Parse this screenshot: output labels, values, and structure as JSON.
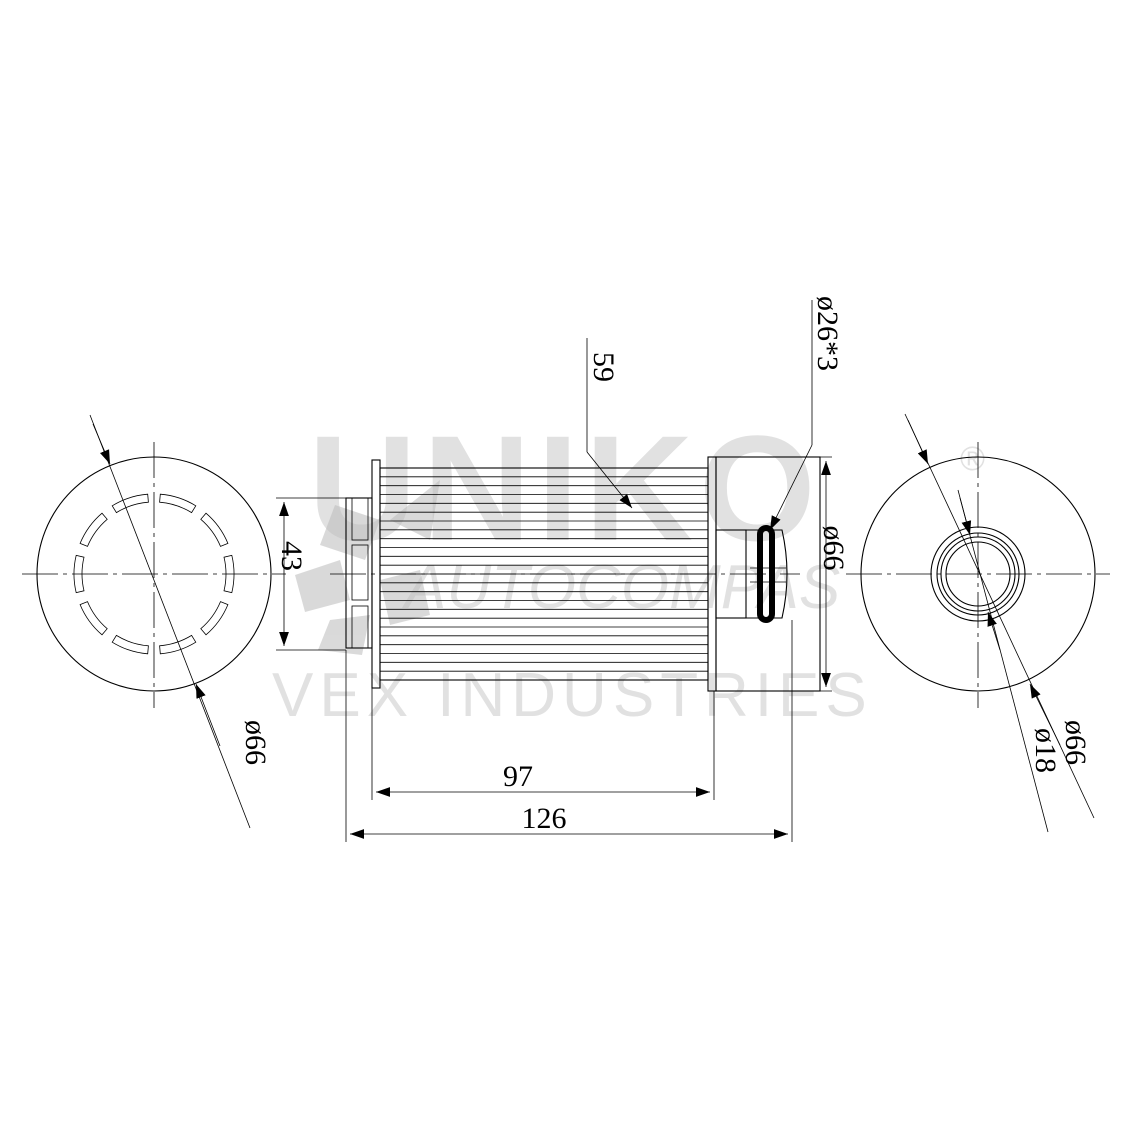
{
  "watermark": {
    "brand": "UNIKO",
    "registered": "®",
    "line1": "AUTOCOMPAS",
    "line2": "VEX INDUSTRIES"
  },
  "dimensions": {
    "left_diameter": "ø66",
    "height_43": "43",
    "pleat_dia": "59",
    "oring": "ø26*3",
    "right_body_dia": "ø66",
    "length_97": "97",
    "length_126": "126",
    "end_outer_dia": "ø66",
    "end_inner_dia": "ø18"
  },
  "colors": {
    "line": "#000000",
    "watermark": "#c9c9c9"
  }
}
